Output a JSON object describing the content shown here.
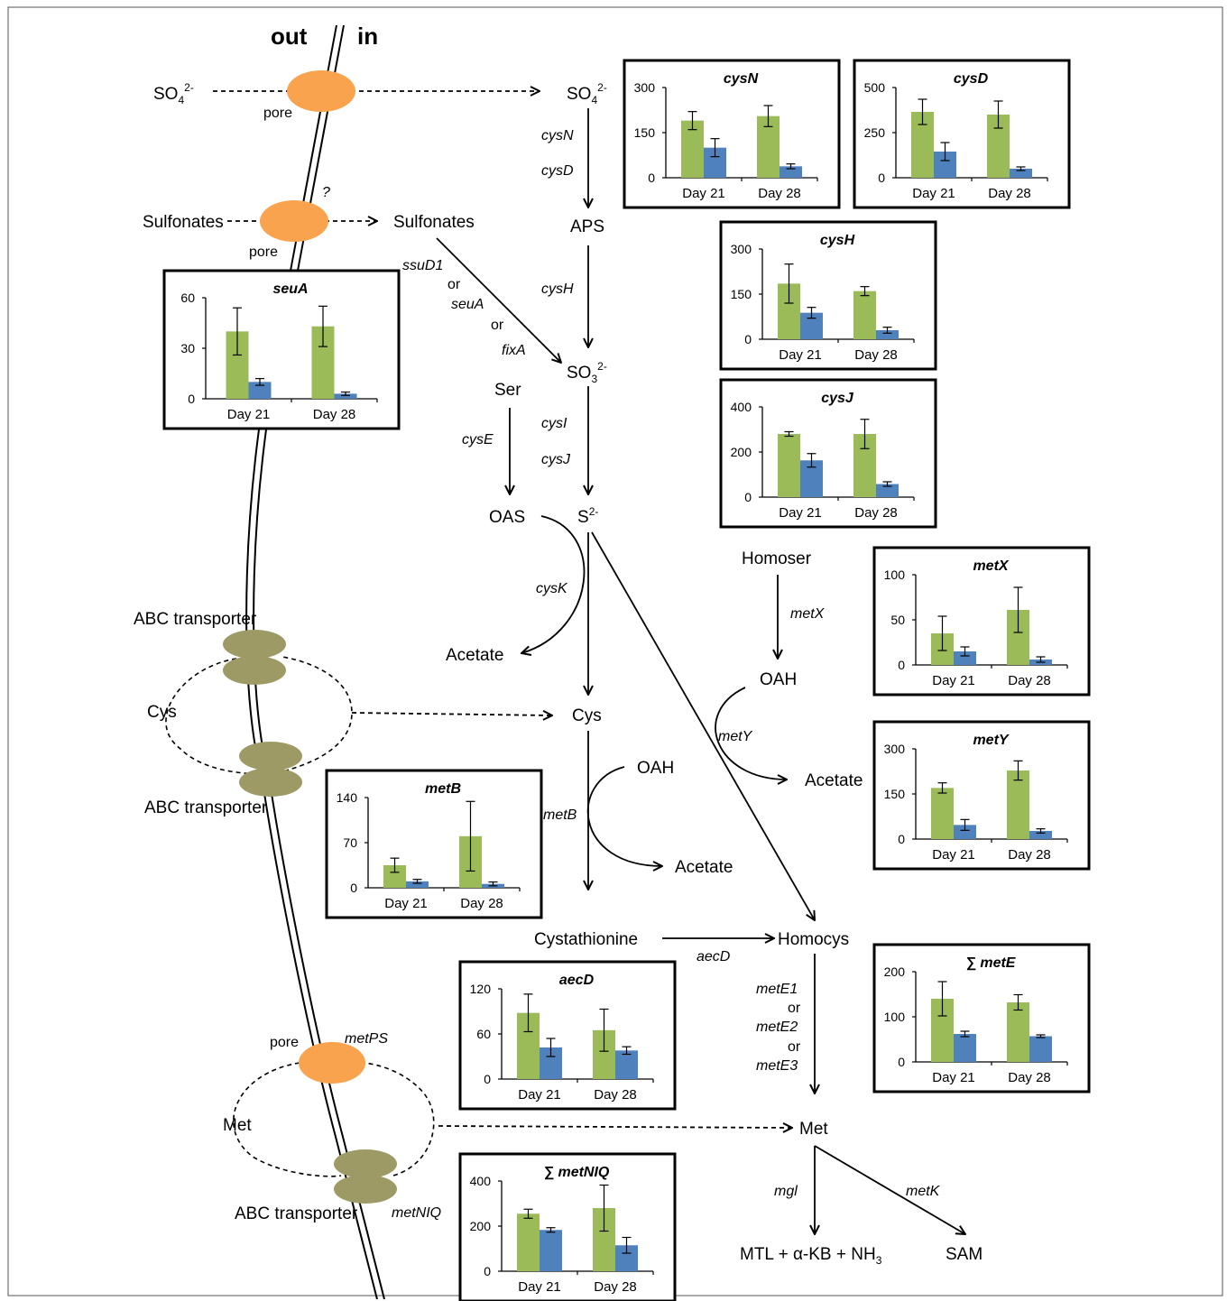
{
  "figure": {
    "header": {
      "out": "out",
      "in": "in"
    },
    "colors": {
      "series_green": "#9BBB59",
      "series_blue": "#4F81BD",
      "pore": "#F9A34F",
      "abc": "#9D9A66"
    },
    "labels": {
      "so4_out": "SO",
      "so4_out_sub": "4",
      "so4_out_sup": "2-",
      "pore1": "pore",
      "so4_in": "SO",
      "so4_in_sub": "4",
      "so4_in_sup": "2-",
      "cysN": "cysN",
      "cysD": "cysD",
      "sulfonates_out": "Sulfonates",
      "question": "?",
      "sulfonates_in": "Sulfonates",
      "pore2": "pore",
      "aps": "APS",
      "cysH": "cysH",
      "ssuD1": "ssuD1",
      "or1": "or",
      "seuA": "seuA",
      "or2": "or",
      "fixA": "fixA",
      "so3": "SO",
      "so3_sub": "3",
      "so3_sup": "2-",
      "ser": "Ser",
      "cysE": "cysE",
      "cysI": "cysI",
      "cysJ": "cysJ",
      "oas": "OAS",
      "s2": "S",
      "s2_sup": "2-",
      "cysK": "cysK",
      "acetate1": "Acetate",
      "homoser": "Homoser",
      "metX": "metX",
      "oah1": "OAH",
      "metY": "metY",
      "acetate2": "Acetate",
      "abc1": "ABC transporter",
      "cys_out": "Cys",
      "cys_in": "Cys",
      "abc2": "ABC transporter",
      "oah2": "OAH",
      "metB": "metB",
      "acetate3": "Acetate",
      "cystathionine": "Cystathionine",
      "aecD": "aecD",
      "homocys": "Homocys",
      "metE1": "metE1",
      "or3": "or",
      "metE2": "metE2",
      "or4": "or",
      "metE3": "metE3",
      "pore3": "pore",
      "metPS": "metPS",
      "met_out": "Met",
      "met_in": "Met",
      "abc3": "ABC transporter",
      "metNIQ": "metNIQ",
      "mgl": "mgl",
      "metK": "metK",
      "mtl": "MTL + α-KB + NH",
      "mtl_sub": "3",
      "sam": "SAM"
    }
  },
  "chart_data": [
    {
      "type": "bar",
      "title": "cysN",
      "categories": [
        "Day 21",
        "Day 28"
      ],
      "yticks": [
        0,
        150,
        300
      ],
      "ylim": [
        0,
        300
      ],
      "series": [
        {
          "values": [
            190,
            205
          ],
          "errors": [
            30,
            35
          ]
        },
        {
          "values": [
            100,
            38
          ],
          "errors": [
            30,
            8
          ]
        }
      ]
    },
    {
      "type": "bar",
      "title": "cysD",
      "categories": [
        "Day 21",
        "Day 28"
      ],
      "yticks": [
        0,
        250,
        500
      ],
      "ylim": [
        0,
        500
      ],
      "series": [
        {
          "values": [
            365,
            350
          ],
          "errors": [
            70,
            75
          ]
        },
        {
          "values": [
            145,
            50
          ],
          "errors": [
            50,
            10
          ]
        }
      ]
    },
    {
      "type": "bar",
      "title": "cysH",
      "categories": [
        "Day 21",
        "Day 28"
      ],
      "yticks": [
        0,
        150,
        300
      ],
      "ylim": [
        0,
        300
      ],
      "series": [
        {
          "values": [
            185,
            160
          ],
          "errors": [
            65,
            15
          ]
        },
        {
          "values": [
            88,
            30
          ],
          "errors": [
            18,
            10
          ]
        }
      ]
    },
    {
      "type": "bar",
      "title": "cysJ",
      "categories": [
        "Day 21",
        "Day 28"
      ],
      "yticks": [
        0,
        200,
        400
      ],
      "ylim": [
        0,
        400
      ],
      "series": [
        {
          "values": [
            280,
            280
          ],
          "errors": [
            10,
            65
          ]
        },
        {
          "values": [
            163,
            58
          ],
          "errors": [
            30,
            10
          ]
        }
      ]
    },
    {
      "type": "bar",
      "title": "seuA",
      "categories": [
        "Day 21",
        "Day 28"
      ],
      "yticks": [
        0,
        30,
        60
      ],
      "ylim": [
        0,
        60
      ],
      "series": [
        {
          "values": [
            40,
            43
          ],
          "errors": [
            14,
            12
          ]
        },
        {
          "values": [
            10,
            3
          ],
          "errors": [
            2,
            1
          ]
        }
      ]
    },
    {
      "type": "bar",
      "title": "metX",
      "categories": [
        "Day 21",
        "Day 28"
      ],
      "yticks": [
        0,
        50,
        100
      ],
      "ylim": [
        0,
        100
      ],
      "series": [
        {
          "values": [
            35,
            61
          ],
          "errors": [
            19,
            25
          ]
        },
        {
          "values": [
            15,
            6
          ],
          "errors": [
            5,
            3
          ]
        }
      ]
    },
    {
      "type": "bar",
      "title": "metY",
      "categories": [
        "Day 21",
        "Day 28"
      ],
      "yticks": [
        0,
        150,
        300
      ],
      "ylim": [
        0,
        300
      ],
      "series": [
        {
          "values": [
            170,
            228
          ],
          "errors": [
            17,
            32
          ]
        },
        {
          "values": [
            47,
            27
          ],
          "errors": [
            18,
            7
          ]
        }
      ]
    },
    {
      "type": "bar",
      "title": "metB",
      "categories": [
        "Day 21",
        "Day 28"
      ],
      "yticks": [
        0,
        70,
        140
      ],
      "ylim": [
        0,
        140
      ],
      "series": [
        {
          "values": [
            35,
            80
          ],
          "errors": [
            11,
            54
          ]
        },
        {
          "values": [
            10,
            6
          ],
          "errors": [
            3,
            3
          ]
        }
      ]
    },
    {
      "type": "bar",
      "title": "aecD",
      "categories": [
        "Day 21",
        "Day 28"
      ],
      "yticks": [
        0,
        60,
        120
      ],
      "ylim": [
        0,
        120
      ],
      "series": [
        {
          "values": [
            88,
            65
          ],
          "errors": [
            25,
            28
          ]
        },
        {
          "values": [
            42,
            38
          ],
          "errors": [
            12,
            5
          ]
        }
      ]
    },
    {
      "type": "bar",
      "title": "∑ metE",
      "categories": [
        "Day 21",
        "Day 28"
      ],
      "yticks": [
        0,
        100,
        200
      ],
      "ylim": [
        0,
        200
      ],
      "series": [
        {
          "values": [
            140,
            132
          ],
          "errors": [
            38,
            17
          ]
        },
        {
          "values": [
            62,
            57
          ],
          "errors": [
            6,
            3
          ]
        }
      ]
    },
    {
      "type": "bar",
      "title": "∑ metNIQ",
      "categories": [
        "Day 21",
        "Day 28"
      ],
      "yticks": [
        0,
        200,
        400
      ],
      "ylim": [
        0,
        400
      ],
      "series": [
        {
          "values": [
            255,
            280
          ],
          "errors": [
            20,
            102
          ]
        },
        {
          "values": [
            183,
            115
          ],
          "errors": [
            10,
            35
          ]
        }
      ]
    }
  ]
}
